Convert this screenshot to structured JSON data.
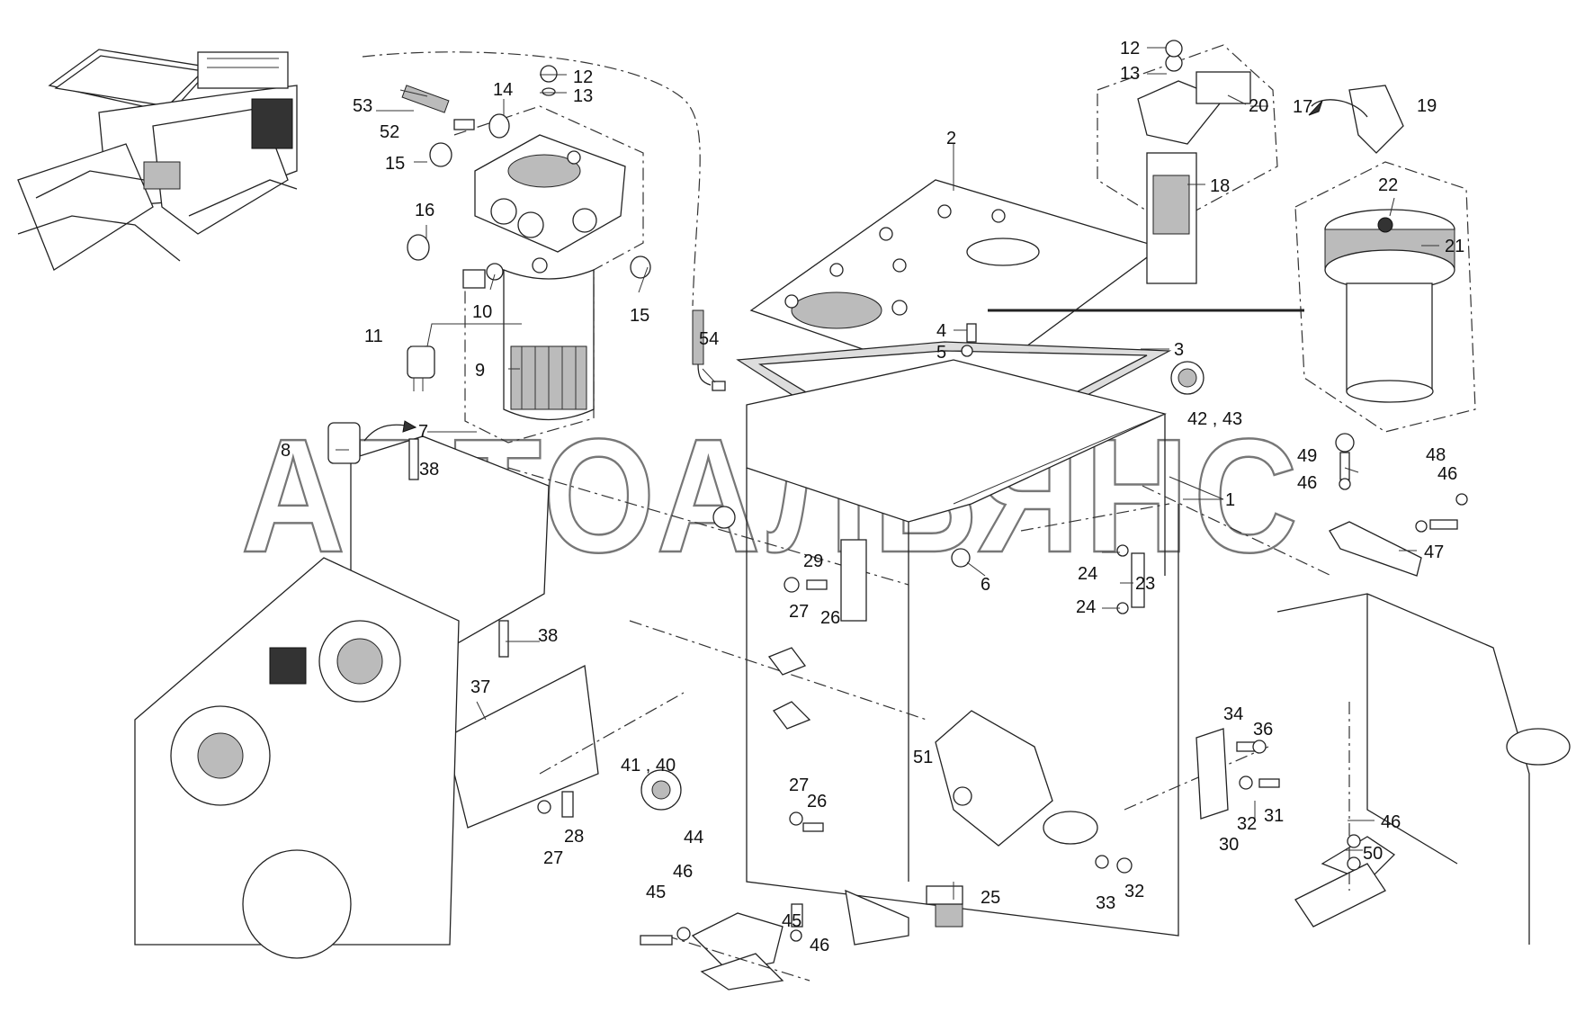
{
  "watermark": "АВТОАЛЬЯНС",
  "callouts": [
    {
      "id": "c1",
      "text": "1"
    },
    {
      "id": "c2",
      "text": "2"
    },
    {
      "id": "c3",
      "text": "3"
    },
    {
      "id": "c4",
      "text": "4"
    },
    {
      "id": "c5",
      "text": "5"
    },
    {
      "id": "c6",
      "text": "6"
    },
    {
      "id": "c7",
      "text": "7"
    },
    {
      "id": "c8",
      "text": "8"
    },
    {
      "id": "c9",
      "text": "9"
    },
    {
      "id": "c10",
      "text": "10"
    },
    {
      "id": "c11",
      "text": "11"
    },
    {
      "id": "c12a",
      "text": "12"
    },
    {
      "id": "c12b",
      "text": "12"
    },
    {
      "id": "c13a",
      "text": "13"
    },
    {
      "id": "c13b",
      "text": "13"
    },
    {
      "id": "c14",
      "text": "14"
    },
    {
      "id": "c15a",
      "text": "15"
    },
    {
      "id": "c15b",
      "text": "15"
    },
    {
      "id": "c16",
      "text": "16"
    },
    {
      "id": "c17",
      "text": "17"
    },
    {
      "id": "c18",
      "text": "18"
    },
    {
      "id": "c19",
      "text": "19"
    },
    {
      "id": "c20",
      "text": "20"
    },
    {
      "id": "c21",
      "text": "21"
    },
    {
      "id": "c22",
      "text": "22"
    },
    {
      "id": "c23",
      "text": "23"
    },
    {
      "id": "c24a",
      "text": "24"
    },
    {
      "id": "c24b",
      "text": "24"
    },
    {
      "id": "c25",
      "text": "25"
    },
    {
      "id": "c26a",
      "text": "26"
    },
    {
      "id": "c26b",
      "text": "26"
    },
    {
      "id": "c27a",
      "text": "27"
    },
    {
      "id": "c27b",
      "text": "27"
    },
    {
      "id": "c27c",
      "text": "27"
    },
    {
      "id": "c28",
      "text": "28"
    },
    {
      "id": "c29",
      "text": "29"
    },
    {
      "id": "c30",
      "text": "30"
    },
    {
      "id": "c31",
      "text": "31"
    },
    {
      "id": "c32a",
      "text": "32"
    },
    {
      "id": "c32b",
      "text": "32"
    },
    {
      "id": "c33",
      "text": "33"
    },
    {
      "id": "c34",
      "text": "34"
    },
    {
      "id": "c36",
      "text": "36"
    },
    {
      "id": "c37",
      "text": "37"
    },
    {
      "id": "c38a",
      "text": "38"
    },
    {
      "id": "c38b",
      "text": "38"
    },
    {
      "id": "c4140",
      "text": "41 , 40"
    },
    {
      "id": "c4243",
      "text": "42 , 43"
    },
    {
      "id": "c44",
      "text": "44"
    },
    {
      "id": "c45a",
      "text": "45"
    },
    {
      "id": "c45b",
      "text": "45"
    },
    {
      "id": "c46a",
      "text": "46"
    },
    {
      "id": "c46b",
      "text": "46"
    },
    {
      "id": "c46c",
      "text": "46"
    },
    {
      "id": "c46d",
      "text": "46"
    },
    {
      "id": "c46e",
      "text": "46"
    },
    {
      "id": "c47",
      "text": "47"
    },
    {
      "id": "c48",
      "text": "48"
    },
    {
      "id": "c49",
      "text": "49"
    },
    {
      "id": "c50",
      "text": "50"
    },
    {
      "id": "c51",
      "text": "51"
    },
    {
      "id": "c52",
      "text": "52"
    },
    {
      "id": "c53",
      "text": "53"
    },
    {
      "id": "c54",
      "text": "54"
    }
  ]
}
